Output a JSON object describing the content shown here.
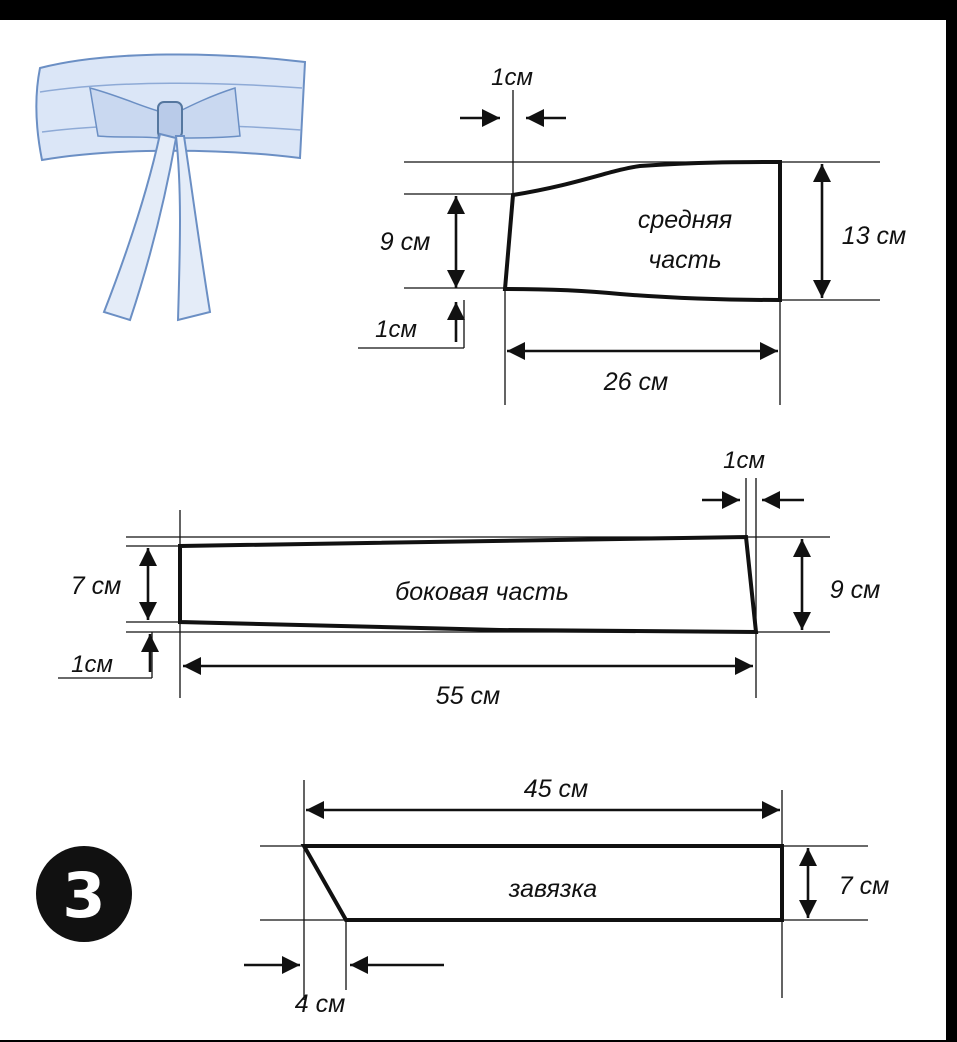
{
  "figure": {
    "number": "3"
  },
  "middle_piece": {
    "label_line1": "средняя",
    "label_line2": "часть",
    "top_offset": "1см",
    "left_height": "9 см",
    "bottom_offset": "1см",
    "right_height": "13 см",
    "length": "26 см"
  },
  "side_piece": {
    "label": "боковая часть",
    "top_offset": "1см",
    "left_height": "7 см",
    "bottom_offset": "1см",
    "right_height": "9 см",
    "length": "55 см"
  },
  "tie_piece": {
    "label": "завязка",
    "length": "45 см",
    "height": "7 см",
    "bevel": "4 см"
  },
  "colors": {
    "ink": "#111111",
    "belt_fill": "#dbe6f7",
    "belt_stroke": "#6b8fc4",
    "frame": "#000000"
  }
}
